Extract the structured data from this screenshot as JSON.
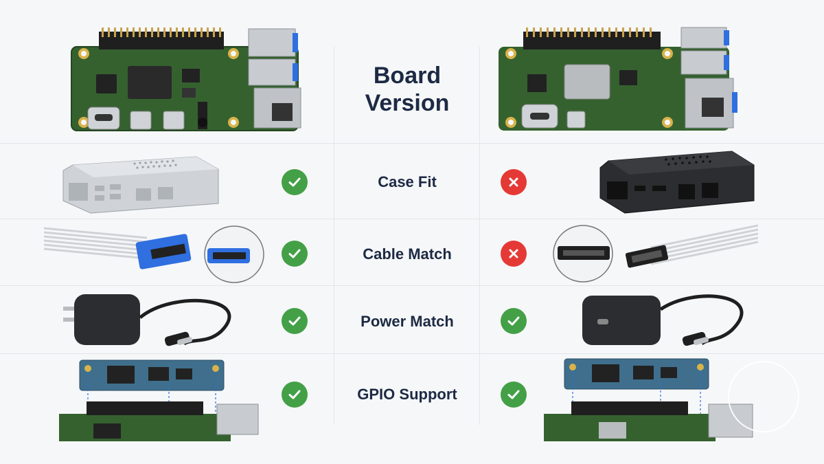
{
  "header": {
    "title_line1": "Board",
    "title_line2": "Version"
  },
  "rows": [
    {
      "label": "Case Fit",
      "left_status": "check",
      "right_status": "cross"
    },
    {
      "label": "Cable Match",
      "left_status": "check",
      "right_status": "cross"
    },
    {
      "label": "Power Match",
      "left_status": "check",
      "right_status": "check"
    },
    {
      "label": "GPIO Support",
      "left_status": "check",
      "right_status": "check"
    }
  ],
  "colors": {
    "check": "#43a047",
    "cross": "#e53935",
    "board_green": "#2f5f2c",
    "connector_blue": "#2f6fe0",
    "text": "#1d2a44"
  },
  "icons": {
    "check": "check-icon",
    "cross": "cross-icon"
  }
}
